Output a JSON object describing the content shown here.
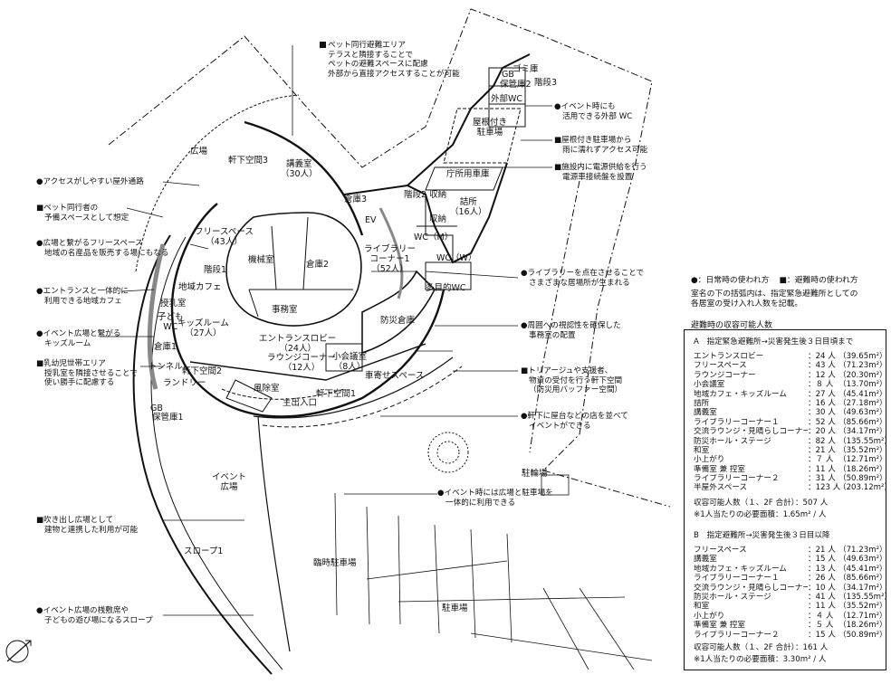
{
  "rooms": {
    "hiroba": "広場",
    "nokishita3": "軒下空間3",
    "kogishitsu": "講義室",
    "kogishitsu_cap": "（30人）",
    "souko3": "倉庫3",
    "ev": "EV",
    "kaidan2_shuno": "階段2 収納",
    "shuno": "収納",
    "tsumesho": "詰所",
    "tsumesho_cap": "（16人）",
    "wc_m": "WC（M）",
    "wc_w": "WC（W）",
    "tamokuteki_wc": "多目的WC",
    "shoyou_sharyo": "庁所用車庫",
    "yane_chusha": "屋根付き",
    "yane_chusha2": "駐車場",
    "gomi": "ゴミ庫",
    "gb": "GB",
    "hokan2": "保管庫2",
    "kaidan3": "階段3",
    "gaibu_wc": "外部WC",
    "free_space": "フリースペース",
    "free_cap": "（43人）",
    "kikaishitsu": "機械室",
    "souko2": "倉庫2",
    "kaidan1": "階段1",
    "chiiki_cafe": "地域カフェ",
    "library1": "ライブラリー",
    "library1b": "コーナー1",
    "library_cap": "（52人）",
    "junyushitsu": "授乳室",
    "kodomo_wc": "子ども",
    "kodomo_wc2": "WC",
    "souko1": "倉庫1",
    "kids_room": "キッズルーム",
    "kids_cap": "（27人）",
    "jimushitsu": "事務室",
    "bousai_souko": "防災倉庫",
    "entrance_lobby": "エントランスロビー",
    "entrance_cap": "（24人）",
    "lounge_corner": "ラウンジコーナー",
    "lounge_cap": "（12人）",
    "shokaigi": "小会議室",
    "shokaigi_cap": "（8人）",
    "tunnel": "トンネル",
    "nokishita2": "軒下空間2",
    "laundry": "ランドリー",
    "fujoshitsu": "風除室",
    "shuto_iriguchi": "主出入口",
    "nokishita1": "軒下空間1",
    "kuruma_yose": "車寄せスペース",
    "gb2": "GB",
    "hokan1": "保管庫1",
    "event_hiroba": "イベント",
    "event_hiroba2": "広場",
    "churinjo": "駐輪場",
    "rinji_chusha": "臨時駐車場",
    "chusha": "駐車場",
    "slope1": "スロープ1"
  },
  "annotations": {
    "pet_area": [
      "■ペット同行避難エリア",
      "テラスと隣接することで",
      "ペットの避難スペースに配慮",
      "外部から直接アクセスすることが可能"
    ],
    "event_wc": [
      "●イベント時にも",
      "活用できる外部 WC"
    ],
    "yane_chusha": [
      "■屋根付き駐車場から",
      "雨に濡れずアクセス可能"
    ],
    "denki": [
      "■施設内に電源供給を行う",
      "電源車接続盤を設置"
    ],
    "access_tsuro": [
      "●アクセスがしやすい屋外通路"
    ],
    "pet_yobi": [
      "■ペット同行者の",
      "予備スペースとして想定"
    ],
    "free_hanbai": [
      "●広場と繋がるフリースペース",
      "地域の名産品を販売する場にもなる"
    ],
    "entrance_cafe": [
      "●エントランスと一体的に",
      "利用できる地域カフェ"
    ],
    "library_idoko": [
      "●ライブラリーを点在させることで",
      "さまざまな居場所が生まれる"
    ],
    "event_kids": [
      "●イベント広場と繋がる",
      "キッズルーム"
    ],
    "shikaku": [
      "●周囲への視認性を確保した",
      "事務室の配置"
    ],
    "nyuyoji": [
      "■乳幼児世帯エリア",
      "授乳室を隣接させることで",
      "使い勝手に配慮する"
    ],
    "triage": [
      "■トリアージュや支援者、",
      "物資の受付を行う軒下空間",
      "（防災用バッファー空間）"
    ],
    "yatai": [
      "●軒下に屋台などの店を並べて",
      "イベントができる"
    ],
    "event_chusha": [
      "●イベント時には広場と駐車場を",
      "一体的に利用できる"
    ],
    "fukinuke": [
      "■吹き出し広場として",
      "建物と連携した利用が可能"
    ],
    "slope_asobi": [
      "●イベント広場の桟敷席や",
      "子どもの遊び場になるスロープ"
    ]
  },
  "legend": {
    "normal": "●：日常時の使われ方",
    "emergency": "■：避難時の使われ方",
    "note1": "室名の下の括弧内は、指定緊急避難所としての",
    "note2": "各居室の受け入れ人数を記載。"
  },
  "capacity": {
    "title": "避難時の収容可能人数",
    "sectionA": {
      "title": "A　指定緊急避難所→災害発生後３日目頃まで",
      "rows": [
        {
          "name": "エントランスロビー",
          "count": "：24 人",
          "area": "（39.65m²）"
        },
        {
          "name": "フリースペース",
          "count": "：43 人",
          "area": "（71.23m²）"
        },
        {
          "name": "ラウンジコーナー",
          "count": "：12 人",
          "area": "（20.30m²）"
        },
        {
          "name": "小会議室",
          "count": "：８ 人",
          "area": "（13.70m²）"
        },
        {
          "name": "地域カフェ・キッズルーム",
          "count": "：27 人",
          "area": "（45.41m²）"
        },
        {
          "name": "詰所",
          "count": "：16 人",
          "area": "（27.18m²）"
        },
        {
          "name": "講義室",
          "count": "：30 人",
          "area": "（49.63m²）"
        },
        {
          "name": "ライブラリーコーナー１",
          "count": "：52 人",
          "area": "（85.66m²）"
        },
        {
          "name": "交流ラウンジ・見晴らしコーナー",
          "count": "：20 人",
          "area": "（34.17m²）"
        },
        {
          "name": "防災ホール・ステージ",
          "count": "：82 人",
          "area": "（135.55m²）"
        },
        {
          "name": "和室",
          "count": "：21 人",
          "area": "（35.52m²）"
        },
        {
          "name": "小上がり",
          "count": "：７ 人",
          "area": "（12.71m²）"
        },
        {
          "name": "準備室 兼 控室",
          "count": "：11 人",
          "area": "（18.26m²）"
        },
        {
          "name": "ライブラリーコーナー２",
          "count": "：31 人",
          "area": "（50.89m²）"
        },
        {
          "name": "半屋外スペース",
          "count": "：123 人",
          "area": "（203.12m²）"
        }
      ],
      "total": "収容可能人数（１、2F 合計）：507 人",
      "note": "※1人当たりの必要面積：1.65m² / 人"
    },
    "sectionB": {
      "title": "B　指定避難所→災害発生後３日目以降",
      "rows": [
        {
          "name": "フリースペース",
          "count": "：21 人",
          "area": "（71.23m²）"
        },
        {
          "name": "講義室",
          "count": "：15 人",
          "area": "（49.63m²）"
        },
        {
          "name": "地域カフェ・キッズルーム",
          "count": "：13 人",
          "area": "（45.41m²）"
        },
        {
          "name": "ライブラリーコーナー１",
          "count": "：26 人",
          "area": "（85.66m²）"
        },
        {
          "name": "交流ラウンジ・見晴らしコーナー",
          "count": "：10 人",
          "area": "（34.17m²）"
        },
        {
          "name": "防災ホール・ステージ",
          "count": "：41 人",
          "area": "（135.55m²）"
        },
        {
          "name": "和室",
          "count": "：11 人",
          "area": "（35.52m²）"
        },
        {
          "name": "小上がり",
          "count": "：４ 人",
          "area": "（12.71m²）"
        },
        {
          "name": "準備室 兼 控室",
          "count": "：５ 人",
          "area": "（18.26m²）"
        },
        {
          "name": "ライブラリーコーナー２",
          "count": "：15 人",
          "area": "（50.89m²）"
        }
      ],
      "total": "収容可能人数（１、2F 合計）：161 人",
      "note": "※1人当たりの必要面積：3.30m² / 人"
    }
  },
  "colors": {
    "ink": "#111111",
    "background": "#ffffff",
    "hatch": "#888888"
  },
  "icons": {
    "north": "north-arrow-icon",
    "bullet_normal": "dot-icon",
    "bullet_emergency": "square-icon"
  }
}
